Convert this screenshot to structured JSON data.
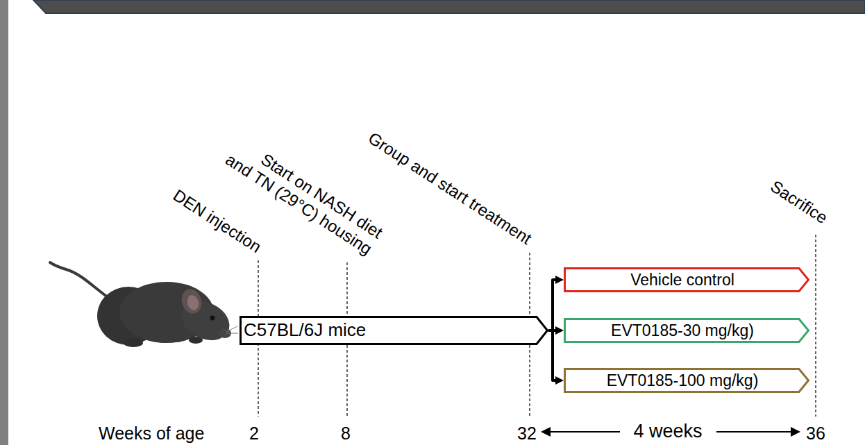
{
  "diagram": {
    "nodes": [
      {
        "text": [
          "C57BL/6J mice"
        ]
      },
      {
        "text": [
          "Vehicle control"
        ]
      },
      {
        "text": [
          "EVT0185-30 mg/kg)"
        ]
      },
      {
        "text": [
          "EVT0185-100 mg/kg)"
        ]
      }
    ],
    "edges": [
      {
        "from": 0,
        "to": 1,
        "arrow": "to"
      },
      {
        "from": 0,
        "to": 2,
        "arrow": "to"
      },
      {
        "from": 0,
        "to": 3,
        "arrow": "to"
      }
    ],
    "labels": [
      "DEN injection",
      "Start on NASH diet and TN (29°C) housing",
      "Group and start treatment",
      "Sacrifice",
      "Weeks of age",
      "2",
      "8",
      "32",
      "4 weeks",
      "36"
    ]
  }
}
